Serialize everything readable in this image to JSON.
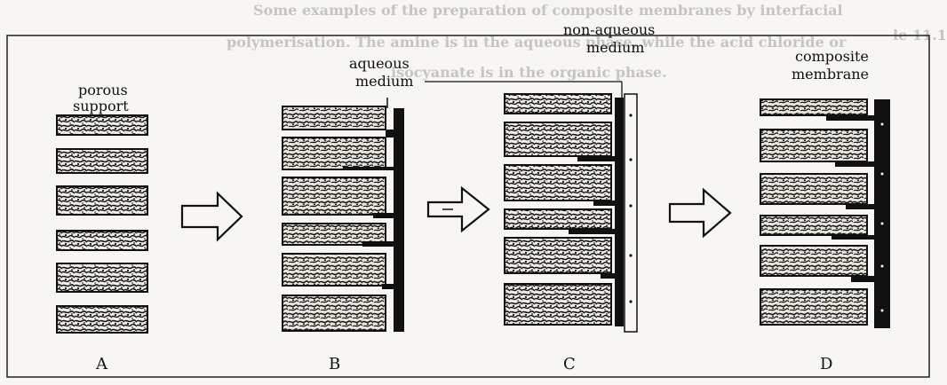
{
  "background_text": [
    "Some examples of the preparation of composite membranes by interfacial",
    "polymerisation. The amine is in the aqueous phase, while the acid chloride or",
    "isocyanate is in the organic phase."
  ],
  "background_fragment": "le 11.1",
  "labels": {
    "porous_support_line1": "porous",
    "porous_support_line2": "support",
    "aqueous_line1": "aqueous",
    "aqueous_line2": "medium",
    "nonaqueous_line1": "non-aqueous",
    "nonaqueous_line2": "medium",
    "composite_line1": "composite",
    "composite_line2": "membrane"
  },
  "stages": [
    "A",
    "B",
    "C",
    "D"
  ],
  "colors": {
    "paper": "#f7f6f2",
    "ink": "#111111",
    "porous_fill": "#d9d6cc"
  }
}
